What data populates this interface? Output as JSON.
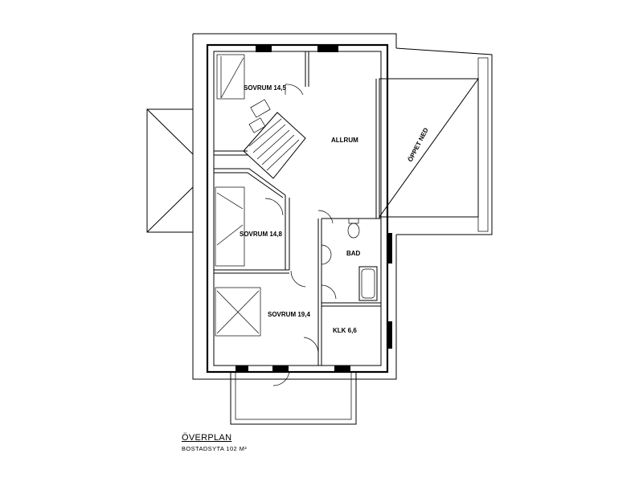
{
  "rooms": {
    "sovrum1": "SOVRUM 14,5",
    "sovrum2": "SOVRUM 14,8",
    "sovrum3": "SOVRUM 19,4",
    "allrum": "ALLRUM",
    "bad": "BAD",
    "klk": "KLK 6,6",
    "oppet_ned": "ÖPPET NED"
  },
  "footer": {
    "title": "ÖVERPLAN",
    "area": "BOSTADSYTA   102 M²"
  }
}
